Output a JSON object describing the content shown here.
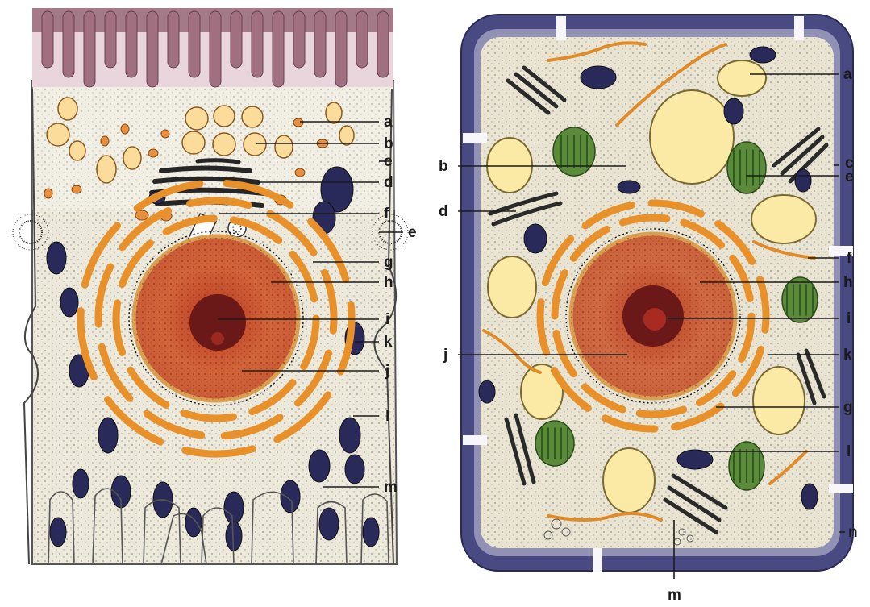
{
  "figure": {
    "animal_cell": {
      "labels": [
        "a",
        "b",
        "c",
        "d",
        "f",
        "e",
        "g",
        "h",
        "i",
        "k",
        "j",
        "l",
        "m"
      ]
    },
    "plant_cell": {
      "labels": [
        "a",
        "b",
        "c",
        "e",
        "d",
        "f",
        "h",
        "i",
        "j",
        "k",
        "g",
        "l",
        "m",
        "n"
      ]
    }
  },
  "colors": {
    "cytoplasm": "#ece8d8",
    "microvilli": "#a07080",
    "cell_wall": "#4a4a80",
    "nucleus": "#d0603a",
    "nucleolus": "#701818",
    "mitochondria": "#e8902a",
    "vesicle": "#fcdc9a",
    "chloroplast": "#5a8a3a",
    "dark_organelle": "#2a2a5a",
    "golgi": "#2a2a2a"
  }
}
